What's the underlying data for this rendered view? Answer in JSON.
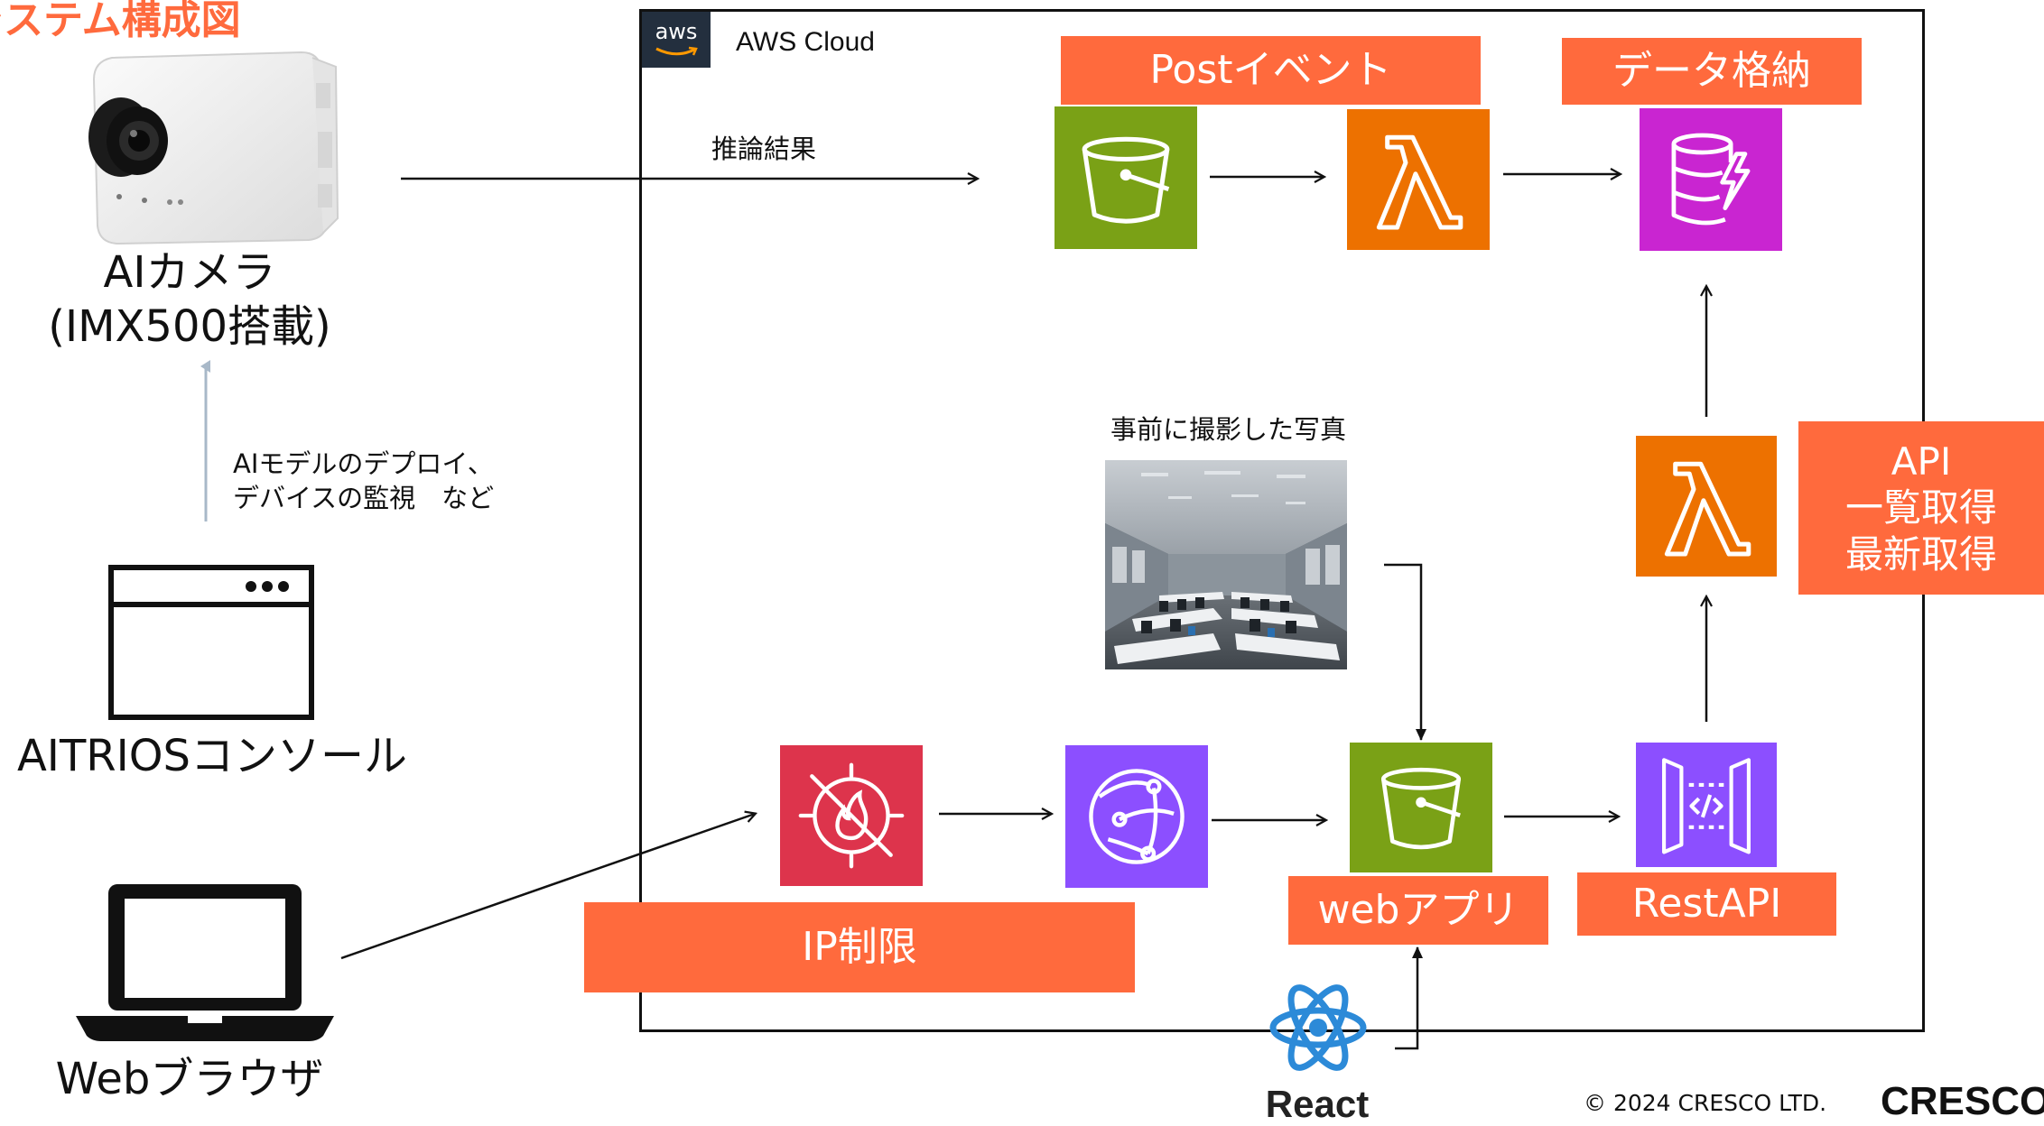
{
  "title": "システム構成図",
  "aws": {
    "logo": "aws",
    "label": "AWS Cloud"
  },
  "labels": {
    "post_event": "Postイベント",
    "data_store": "データ格納",
    "api": [
      "API",
      "一覧取得",
      "最新取得"
    ],
    "ip_restriction": "IP制限",
    "web_app": "webアプリ",
    "rest_api": "RestAPI"
  },
  "devices": {
    "ai_camera": [
      "AIカメラ",
      "(IMX500搭載)"
    ],
    "console": "AITRIOSコンソール",
    "browser": "Webブラウザ"
  },
  "annotations": {
    "inference_result": "推論結果",
    "deploy_note": [
      "AIモデルのデプロイ、",
      "デバイスの監視　など"
    ],
    "photo_caption": "事前に撮影した写真"
  },
  "react_label": "React",
  "copyright": "© 2024 CRESCO LTD.",
  "brand": "CRESCO",
  "colors": {
    "label_orange": "#ff6a3d",
    "s3_green": "#7aa116",
    "lambda_orange": "#ed7100",
    "dynamodb_magenta": "#c925d1",
    "waf_red": "#dd344c",
    "cloudfront_purple": "#8c4fff",
    "react_blue": "#2c8ad8",
    "gray_arrow": "#a8b8c8"
  },
  "icons": [
    "s3-bucket-icon",
    "lambda-icon",
    "dynamodb-icon",
    "waf-icon",
    "cloudfront-icon",
    "api-gateway-icon",
    "react-icon",
    "camera-icon",
    "browser-window-icon",
    "laptop-icon"
  ]
}
